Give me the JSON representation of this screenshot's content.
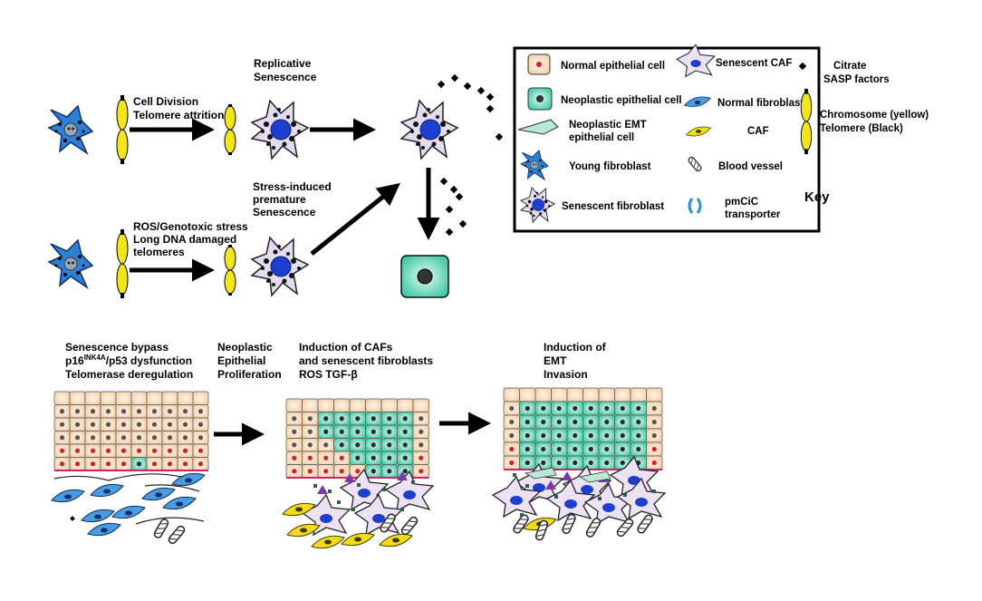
{
  "top": {
    "replicative_label": [
      "Replicative",
      "Senescence"
    ],
    "cell_division_label": [
      "Cell Division",
      "Telomere attrition"
    ],
    "stress_label": [
      "Stress-induced",
      "premature",
      "Senescence"
    ],
    "ros_label": [
      "ROS/Genotoxic stress",
      "Long DNA damaged",
      "telomeres"
    ]
  },
  "key": {
    "heading": "Key",
    "normal_epithelial": "Normal epithelial cell",
    "neoplastic_epithelial": "Neoplastic epithelial cell",
    "neoplastic_emt": [
      "Neoplastic EMT",
      "epithelial cell"
    ],
    "young_fibroblast": "Young fibroblast",
    "senescent_fibroblast": "Senescent fibroblast",
    "senescent_caf": "Senescent CAF",
    "normal_fibroblast": "Normal fibroblast",
    "caf": "CAF",
    "blood_vessel": "Blood vessel",
    "pmcic": [
      "pmCiC",
      "transporter"
    ],
    "citrate": [
      "Citrate",
      "SASP factors"
    ],
    "chromosome": [
      "Chromosome (yellow)",
      "Telomere (Black)"
    ]
  },
  "bottom": {
    "stage1": {
      "line1": "Senescence bypass",
      "line2_pre": "p16",
      "line2_sup": "INK4A",
      "line2_post": "/p53 dysfunction",
      "line3": "Telomerase deregulation"
    },
    "stage2": [
      "Neoplastic",
      "Epithelial",
      "Proliferation"
    ],
    "stage3": [
      "Induction of CAFs",
      "and senescent fibroblasts",
      "ROS TGF-β"
    ],
    "stage4": [
      "Induction of",
      "EMT",
      "Invasion"
    ]
  },
  "colors": {
    "normal_epi": "#f7dcc0",
    "neo_epi": "#3fc8a4",
    "fibroblast_blue": "#2e7fd6",
    "senescent_lilac": "#e3dcf0",
    "caf_yellow": "#f2dc1a",
    "chromosome": "#f3e51c",
    "nucleus_red": "#d4202a"
  }
}
